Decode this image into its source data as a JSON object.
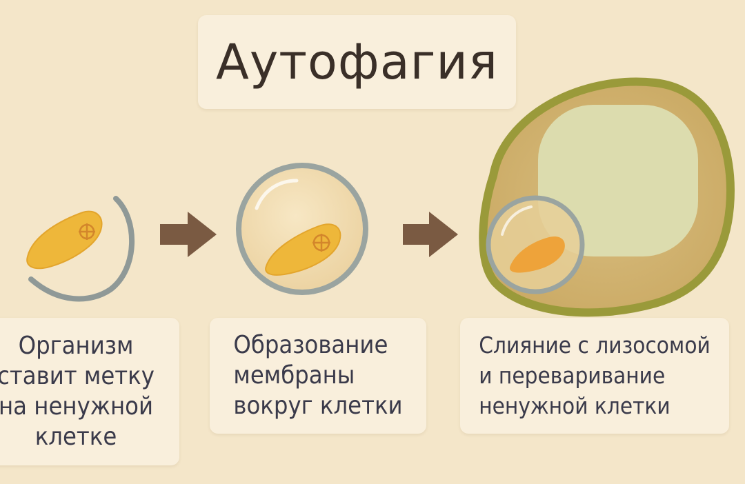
{
  "title": "Аутофагия",
  "steps": [
    {
      "caption": "Организм\nставит метку\nна ненужной\nклетке"
    },
    {
      "caption": "Образование\nмембраны\nвокруг клетки"
    },
    {
      "caption": "Слияние с лизосомой\nи переваривание\nненужной клетки"
    }
  ],
  "colors": {
    "background": "#f4e6c9",
    "panel": "#f9efdc",
    "text": "#3a2f28",
    "cargo": "#eeb73a",
    "membrane": "#9aa4a0",
    "lysosome_outline": "#9a9a3a",
    "arrow": "#7a5a42"
  }
}
